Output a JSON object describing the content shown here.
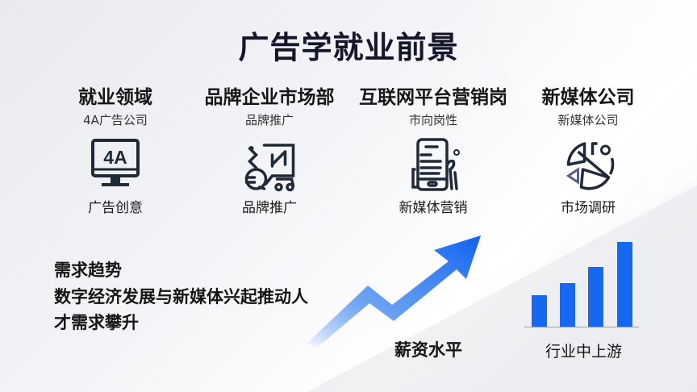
{
  "title": "广告学就业前景",
  "columns": [
    {
      "heading": "就业领域",
      "sub": "4A广告公司",
      "icon": "monitor-4a-icon",
      "icon_text": "4A",
      "caption": "广告创意"
    },
    {
      "heading": "品牌企业市场部",
      "sub": "品牌推广",
      "icon": "brand-promotion-icon",
      "caption": "品牌推广"
    },
    {
      "heading": "互联网平台营销岗",
      "sub": "市向岗性",
      "icon": "mobile-marketing-icon",
      "caption": "新媒体营销"
    },
    {
      "heading": "新媒体公司",
      "sub": "新媒体公司",
      "icon": "pie-chart-research-icon",
      "caption": "市场调研"
    }
  ],
  "demand": {
    "label": "需求趋势",
    "text": "数字经济发展与新媒体兴起推动人才需求攀升"
  },
  "salary": {
    "label": "薪资水平",
    "icon": "rising-arrow-icon"
  },
  "industry": {
    "label": "行业中上游",
    "icon": "bar-chart-icon"
  },
  "colors": {
    "accent_blue": "#1668f0",
    "title_dark": "#15152b",
    "icon_dark": "#1f2937"
  }
}
